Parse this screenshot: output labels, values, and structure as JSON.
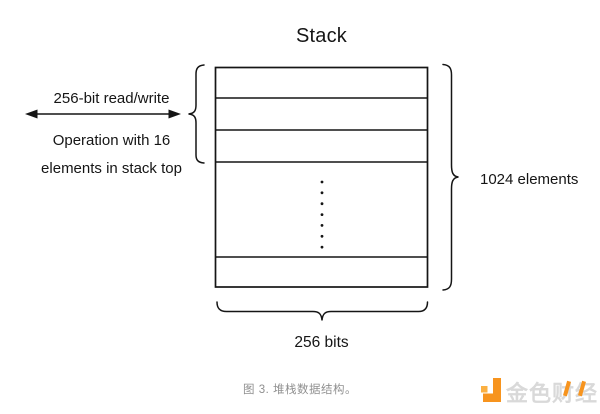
{
  "diagram": {
    "title": "Stack",
    "left_label": {
      "line1": "256-bit read/write",
      "line2": "Operation with 16",
      "line3": "elements in stack top"
    },
    "right_label": "1024 elements",
    "bottom_label": "256 bits",
    "structure": {
      "top_highlighted_rows": 3,
      "bottom_rows": 1,
      "ellipsis_dots": 7,
      "total_elements": 1024,
      "element_width_bits": 256,
      "top_operation_elements": 16
    }
  },
  "caption": "图 3. 堆栈数据结构。",
  "footer": {
    "watermark_text": "金色财经"
  },
  "colors": {
    "line": "#151515",
    "caption_gray": "#8f8f8f",
    "logo_orange": "#F7941E",
    "logo_orange_light": "#FBB042",
    "watermark_gray": "#D9D9D9"
  }
}
